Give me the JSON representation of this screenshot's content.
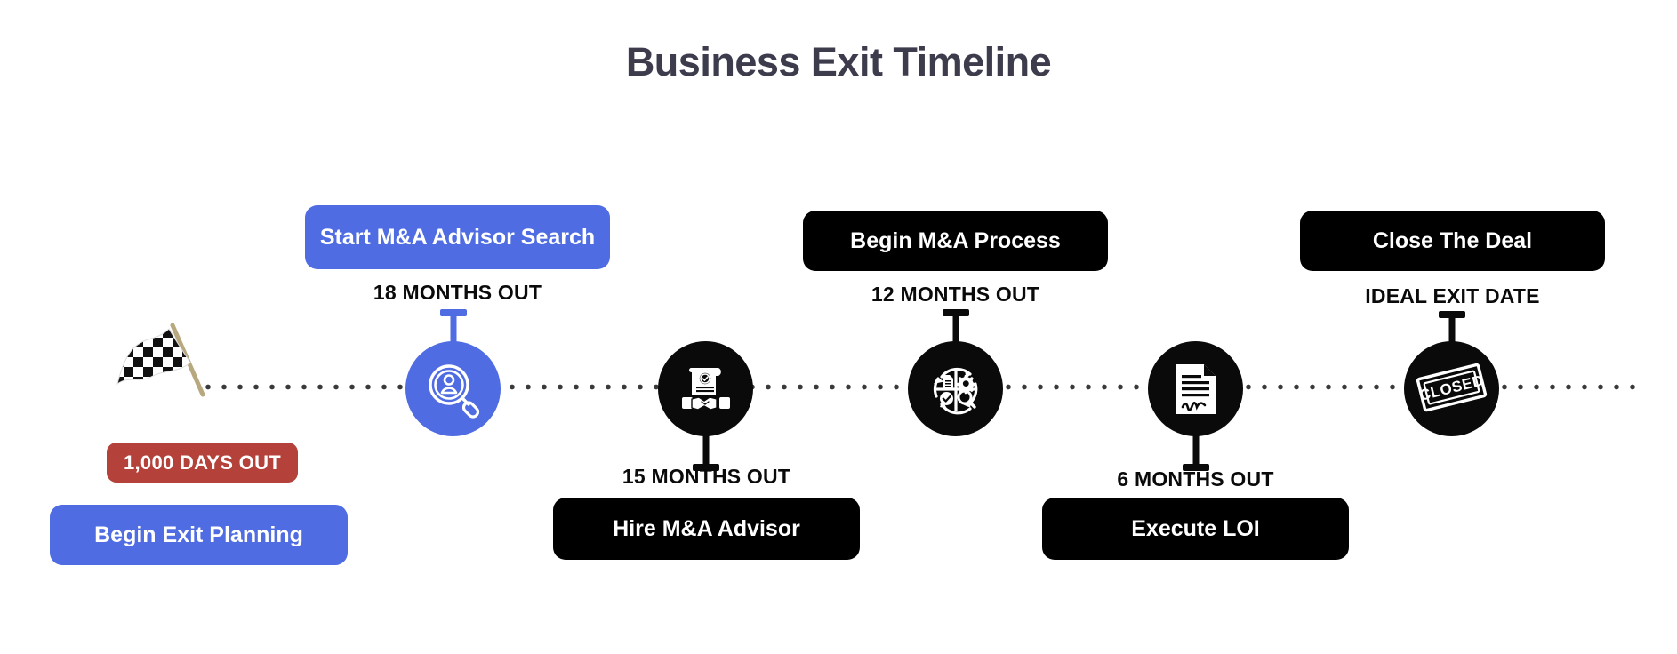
{
  "page": {
    "title": "Business Exit Timeline",
    "background_color": "#ffffff",
    "title_color": "#3c3c4c",
    "accent_blue": "#4f6ce2",
    "accent_black": "#000000",
    "accent_red": "#b4413a"
  },
  "start_marker": {
    "icon": "checkered-flag-icon",
    "badge_label": "1,000 DAYS OUT",
    "badge_color": "#b4413a",
    "pill_label": "Begin Exit Planning",
    "pill_color": "#4f6ce2"
  },
  "milestones": [
    {
      "id": "start-ma-advisor-search",
      "pill_label": "Start M&A Advisor Search",
      "caption": "18 MONTHS OUT",
      "icon": "person-magnifier-icon",
      "color": "#4f6ce2",
      "position": "above"
    },
    {
      "id": "hire-ma-advisor",
      "pill_label": "Hire M&A Advisor",
      "caption": "15 MONTHS OUT",
      "icon": "handshake-certificate-icon",
      "color": "#000000",
      "position": "below"
    },
    {
      "id": "begin-ma-process",
      "pill_label": "Begin M&A Process",
      "caption": "12 MONTHS OUT",
      "icon": "process-cycle-icon",
      "color": "#000000",
      "position": "above"
    },
    {
      "id": "execute-loi",
      "pill_label": "Execute LOI",
      "caption": "6 MONTHS OUT",
      "icon": "signed-document-icon",
      "color": "#000000",
      "position": "below"
    },
    {
      "id": "close-the-deal",
      "pill_label": "Close The Deal",
      "caption": "IDEAL EXIT DATE",
      "icon": "closed-stamp-icon",
      "color": "#000000",
      "position": "above"
    }
  ]
}
